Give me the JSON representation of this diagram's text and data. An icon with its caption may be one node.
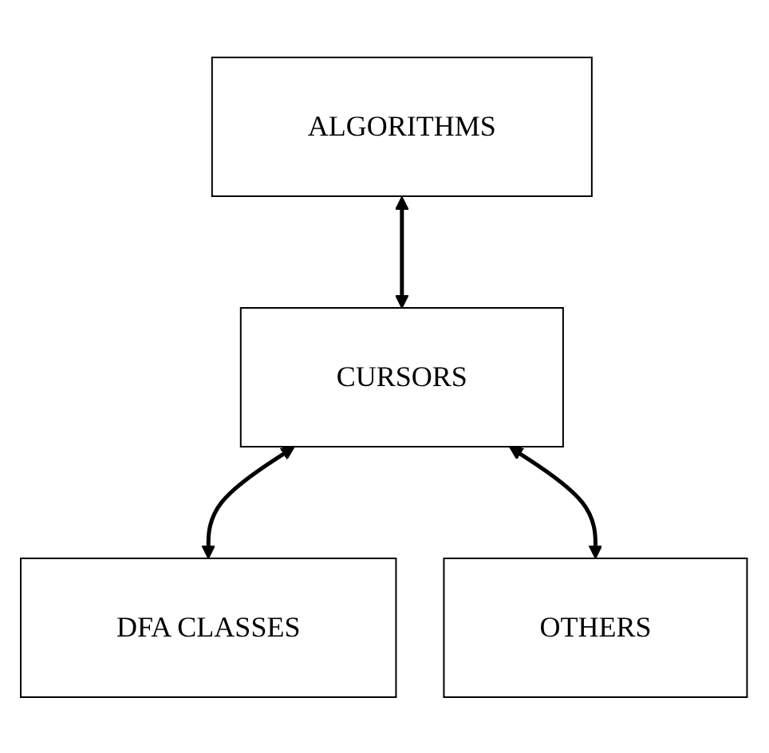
{
  "diagram": {
    "nodes": [
      {
        "text": [
          "ALGORITHMS"
        ]
      },
      {
        "text": [
          "CURSORS"
        ]
      },
      {
        "text": [
          "DFA CLASSES"
        ]
      },
      {
        "text": [
          "OTHERS"
        ]
      }
    ],
    "edges": [
      {
        "from": 0,
        "to": 1,
        "arrow": "both"
      },
      {
        "from": 1,
        "to": 2,
        "arrow": "both"
      },
      {
        "from": 1,
        "to": 3,
        "arrow": "both"
      }
    ]
  }
}
